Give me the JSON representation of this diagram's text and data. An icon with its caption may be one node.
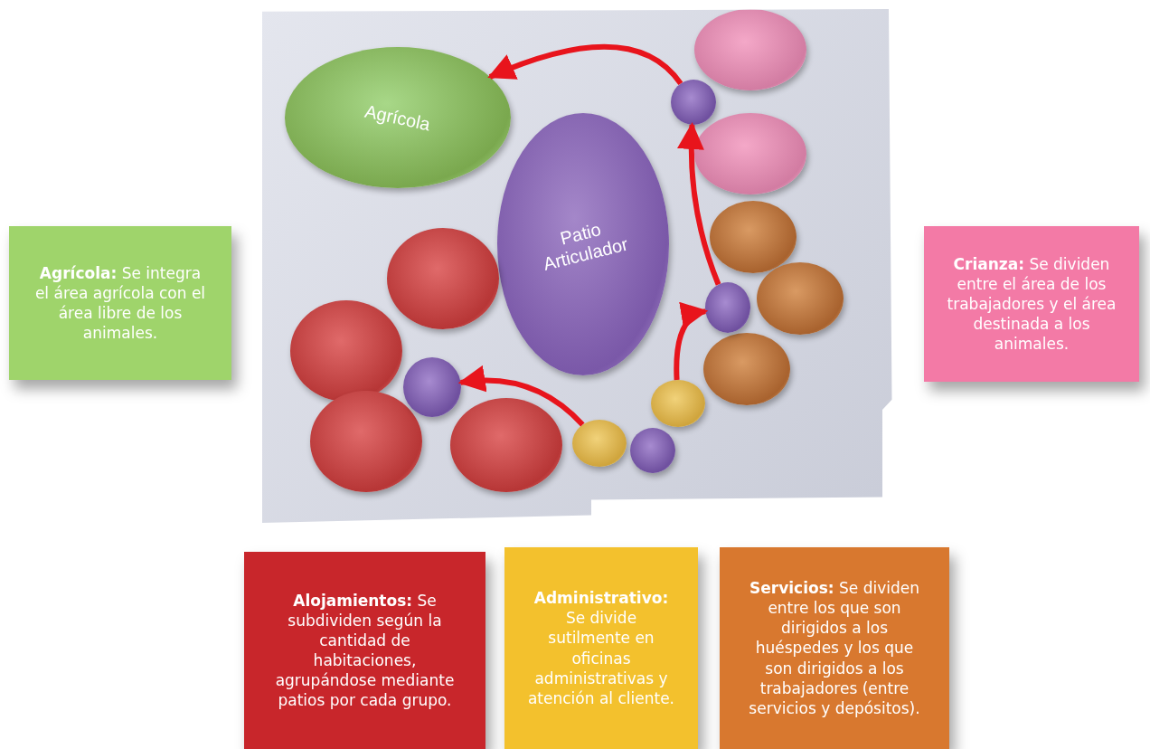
{
  "diagram": {
    "nodes": [
      {
        "text": [],
        "shape": "box"
      },
      {
        "text": [
          "Agrícola"
        ],
        "in": 0
      },
      {
        "text": [
          "Patio Articulador"
        ],
        "in": 0
      },
      {
        "text": [],
        "shape": "circle",
        "in": 0
      },
      {
        "text": [],
        "shape": "circle",
        "in": 0
      },
      {
        "text": [],
        "shape": "circle",
        "in": 0
      },
      {
        "text": [],
        "shape": "circle",
        "in": 0
      },
      {
        "text": [],
        "shape": "circle",
        "in": 0
      },
      {
        "text": [],
        "shape": "circle",
        "in": 0
      },
      {
        "text": [],
        "shape": "circle",
        "in": 0
      },
      {
        "text": [],
        "shape": "circle",
        "in": 0
      },
      {
        "text": [],
        "shape": "circle",
        "in": 0
      },
      {
        "text": [],
        "shape": "circle",
        "in": 0
      },
      {
        "text": [],
        "shape": "circle",
        "in": 0
      },
      {
        "text": [],
        "shape": "circle",
        "in": 0
      },
      {
        "text": [],
        "shape": "circle",
        "in": 0
      },
      {
        "text": [],
        "shape": "circle",
        "in": 0
      },
      {
        "text": [],
        "shape": "circle",
        "in": 0
      },
      {
        "text": [
          "**Agrícola:** Se integra el área agrícola con el área libre de los animales."
        ]
      },
      {
        "text": [
          "**Crianza:** Se dividen entre el área de los trabajadores y el área destinada a los animales."
        ]
      },
      {
        "text": [
          "**Alojamientos:** Se subdividen según la cantidad de habitaciones, agrupándose mediante patios por cada grupo."
        ]
      },
      {
        "text": [
          "**Administrativo:** Se divide sutilmente en oficinas administrativas y atención al cliente."
        ]
      },
      {
        "text": [
          "**Servicios:** Se dividen entre los que son dirigidos a los huéspedes y los que son dirigidos a los trabajadores (entre servicios y depósitos)."
        ]
      }
    ],
    "edges": [
      {
        "from": 3,
        "to": 1,
        "arrow": "to"
      },
      {
        "from": 9,
        "to": 3,
        "arrow": "to"
      },
      {
        "from": 15,
        "to": 14,
        "arrow": "to"
      },
      {
        "from": 16,
        "to": 9,
        "arrow": "to"
      }
    ]
  }
}
